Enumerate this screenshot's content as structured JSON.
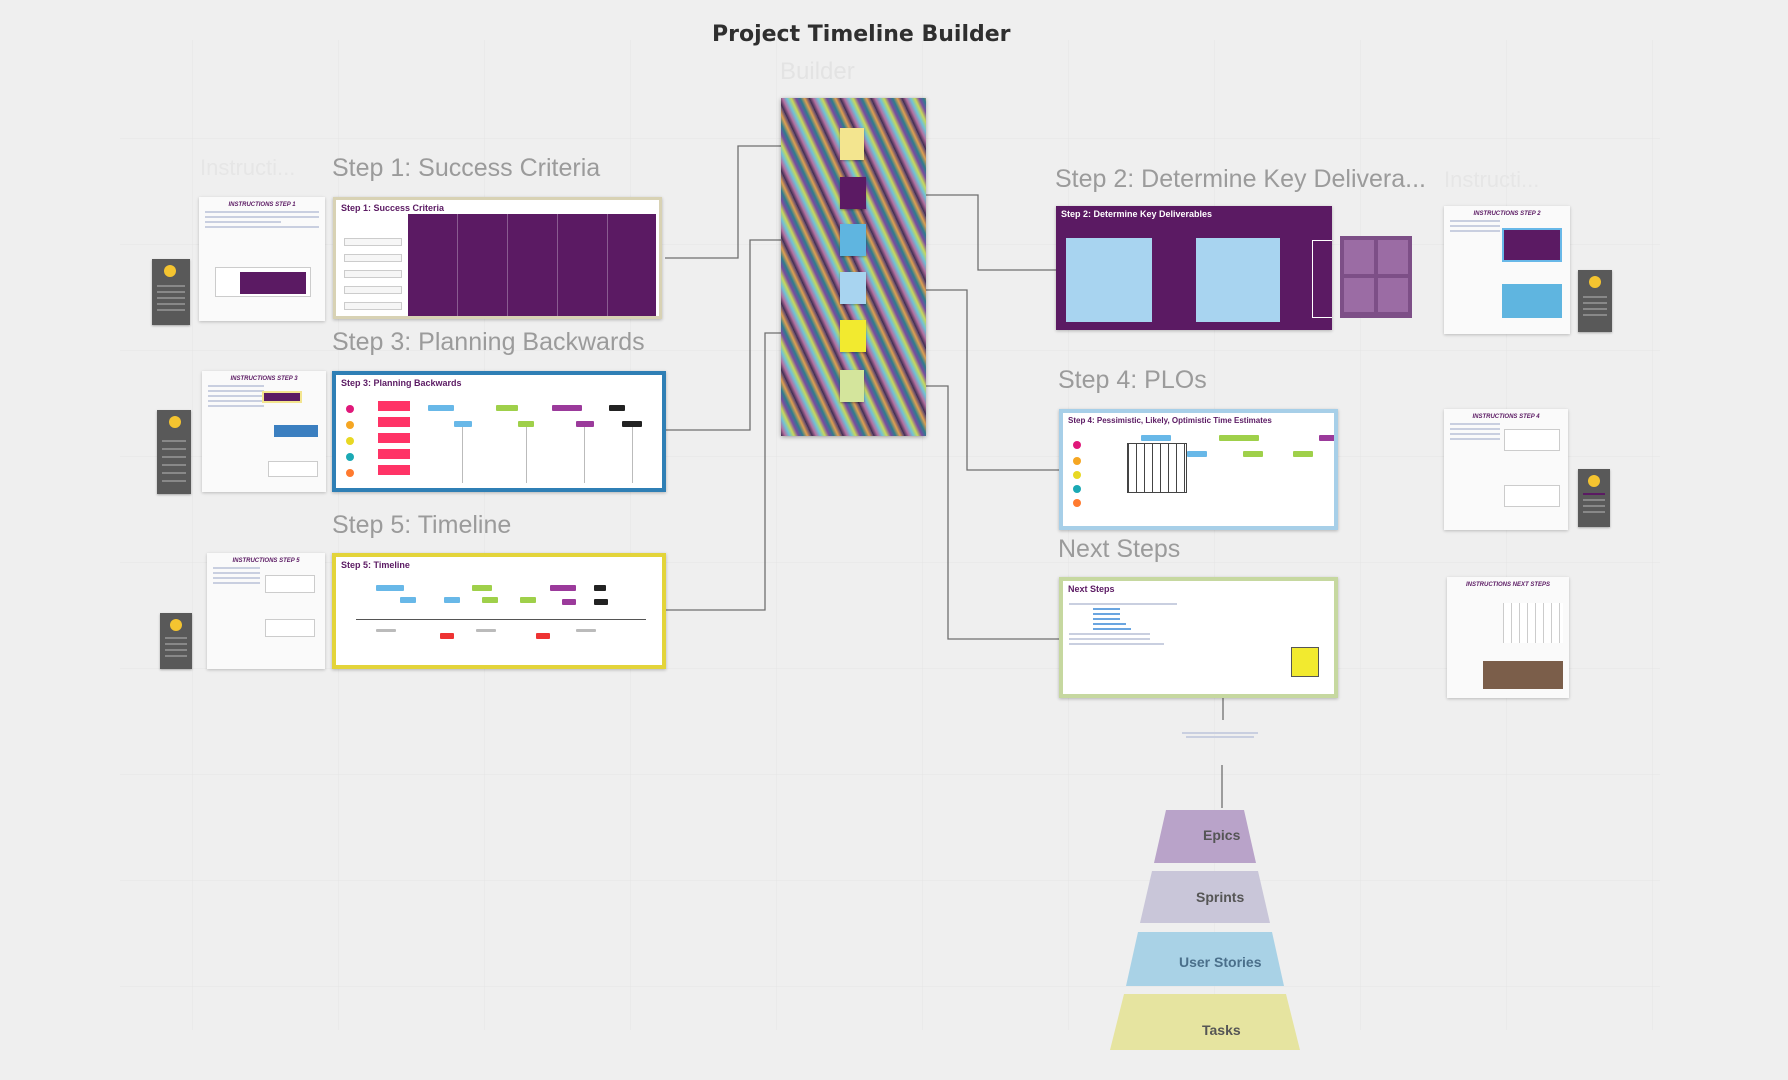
{
  "board": {
    "title": "Project Timeline Builder",
    "ghost_builder": "Builder",
    "ghost_instructions_left": "Instructi...",
    "ghost_instructions_right": "Instructi..."
  },
  "frames": {
    "step1": {
      "label": "Step 1: Success Criteria",
      "title": "Step 1: Success Criteria"
    },
    "step2": {
      "label": "Step 2: Determine Key Delivera...",
      "title": "Step 2: Determine Key Deliverables"
    },
    "step3": {
      "label": "Step 3: Planning Backwards",
      "title": "Step 3: Planning Backwards"
    },
    "step4": {
      "label": "Step 4: PLOs",
      "title": "Step 4: Pessimistic, Likely, Optimistic Time Estimates"
    },
    "step5": {
      "label": "Step 5: Timeline",
      "title": "Step 5: Timeline"
    },
    "next": {
      "label": "Next Steps",
      "title": "Next Steps"
    }
  },
  "instructions": {
    "step1": "INSTRUCTIONS STEP 1",
    "step2": "INSTRUCTIONS STEP 2",
    "step3": "INSTRUCTIONS STEP 3",
    "step4": "INSTRUCTIONS STEP 4",
    "step5": "INSTRUCTIONS STEP 5",
    "next": "INSTRUCTIONS NEXT STEPS"
  },
  "pyramid": {
    "levels": [
      {
        "label": "Epics",
        "color": "#b9a3c9"
      },
      {
        "label": "Sprints",
        "color": "#c9c6d9"
      },
      {
        "label": "User Stories",
        "color": "#a9d2e6"
      },
      {
        "label": "Tasks",
        "color": "#e6e4a0"
      }
    ]
  },
  "colors": {
    "purple": "#5b1a63",
    "frame_border_step1": "#d8d2b4",
    "frame_border_step3": "#2f7fb5",
    "frame_border_step4": "#a7cfe8",
    "frame_border_step5": "#e3d43a",
    "frame_border_next": "#c6d8a0",
    "light_blue": "#a8d4f0",
    "connector": "#6f6f6f"
  }
}
